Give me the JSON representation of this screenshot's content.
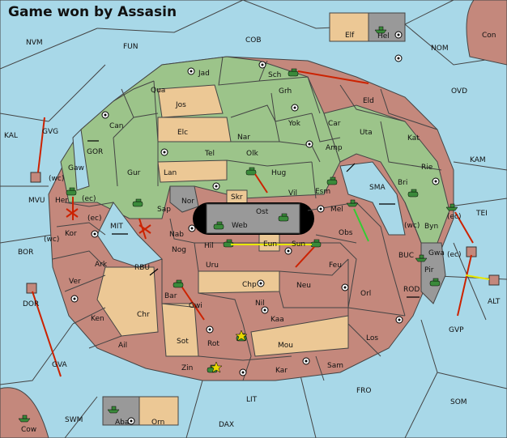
{
  "title": "Game won by Assasin",
  "colors": {
    "sea": "#a8d8e8",
    "tan": "#ecc895",
    "green": "#9cc48a",
    "red": "#c4887c",
    "gray": "#999999",
    "unit": "#3a8a3a",
    "order_move": "#cc2200",
    "order_support": "#e8e800",
    "order_convoy": "#33cc33"
  },
  "seas": [
    "NVM",
    "FUN",
    "COB",
    "NOM",
    "Con",
    "OVD",
    "KAL",
    "GVG",
    "GOR",
    "MVU",
    "KAM",
    "SMA",
    "TEI",
    "MIT",
    "BOR",
    "RBU",
    "BUC",
    "ROD",
    "DOR",
    "ALT",
    "GVP",
    "GVA",
    "LIT",
    "FRO",
    "SOM",
    "SWM",
    "DAX"
  ],
  "inner_territories": [
    "Jad",
    "Sch",
    "Qua",
    "Grh",
    "Can",
    "Jos",
    "Eld",
    "Yok",
    "Car",
    "Elc",
    "Nar",
    "Uta",
    "Kat",
    "Tel",
    "Olk",
    "Amp",
    "Gur",
    "Lan",
    "Hug",
    "Rie",
    "Gaw",
    "Vil",
    "Esm",
    "Bri",
    "Skr",
    "Nor",
    "Ost",
    "Sap",
    "Web",
    "Mel",
    "Her",
    "Byn",
    "Kor",
    "Nab",
    "Eun",
    "Obs",
    "Gwa",
    "Hil",
    "Sun",
    "Nog",
    "Pir",
    "Ark",
    "Uru",
    "Feu",
    "Ver",
    "Chp",
    "Nil",
    "Neu",
    "Bar",
    "Gwi",
    "Orl",
    "Ken",
    "Chr",
    "Kaa",
    "Los",
    "Ail",
    "Rot",
    "Sot",
    "Mou",
    "Sam",
    "Zin",
    "Kar"
  ],
  "corner_boxes": [
    "Elf",
    "Hel",
    "Aba",
    "Orn",
    "Cow"
  ],
  "markers": [
    "(wc)",
    "(ec)"
  ],
  "icons": [
    "army-unit-icon",
    "fleet-unit-icon",
    "supply-center-icon",
    "dislodged-unit-icon",
    "star-icon"
  ]
}
